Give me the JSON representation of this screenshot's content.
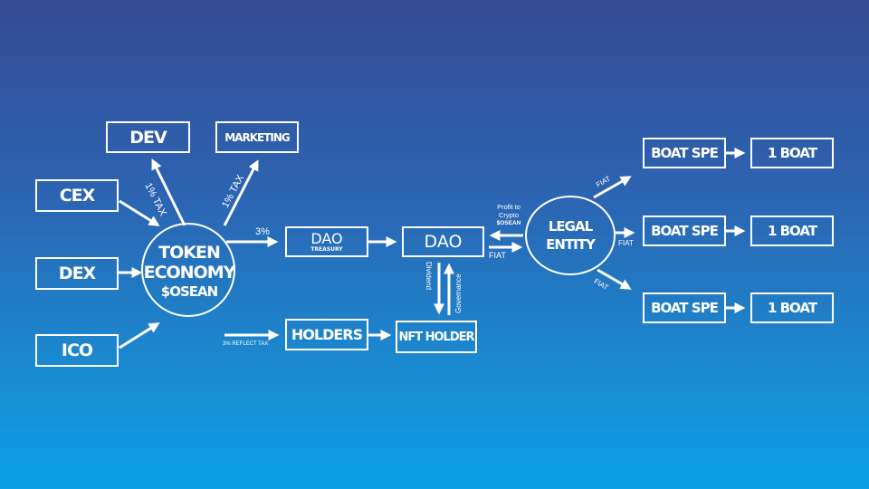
{
  "sources": {
    "cex": "CEX",
    "dex": "DEX",
    "ico": "ICO"
  },
  "allocations": {
    "dev": "DEV",
    "marketing": "MARKETING",
    "dev_tax": "1% TAX",
    "marketing_tax": "1% TAX"
  },
  "token_economy": {
    "line1": "TOKEN",
    "line2": "ECONOMY",
    "line3": "$OSEAN"
  },
  "flows": {
    "dao_pct": "3%",
    "reflect_tax": "3% REFLECT TAX",
    "dividend": "Dividend",
    "governance": "Governance",
    "profit_line1": "Profit to",
    "profit_line2": "Crypto",
    "profit_line3": "$OSEAN",
    "fiat_to_dao": "FIAT",
    "fiat_up": "FIAT",
    "fiat_mid": "FIAT",
    "fiat_down": "FIAT"
  },
  "dao_treasury": {
    "title": "DAO",
    "subtitle": "TREASURY"
  },
  "dao": "DAO",
  "holders": "HOLDERS",
  "nft_holder": "NFT HOLDER",
  "legal_entity": {
    "line1": "LEGAL",
    "line2": "ENTITY"
  },
  "boats": [
    {
      "spe": "BOAT SPE",
      "boat": "1 BOAT"
    },
    {
      "spe": "BOAT SPE",
      "boat": "1 BOAT"
    },
    {
      "spe": "BOAT SPE",
      "boat": "1 BOAT"
    }
  ]
}
